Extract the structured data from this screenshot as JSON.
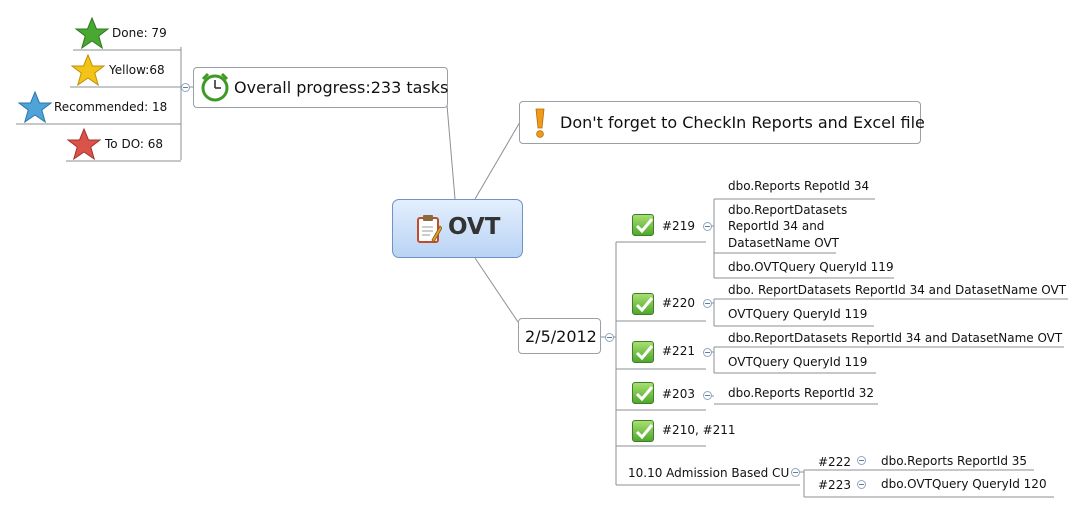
{
  "central": {
    "label": "OVT",
    "icon": "clipboard-icon"
  },
  "progress": {
    "label": "Overall progress:233 tasks",
    "icon": "alarm-clock-icon",
    "items": [
      {
        "label": "Done: 79",
        "icon": "green-star-icon",
        "color": "#49a832"
      },
      {
        "label": "Yellow:68",
        "icon": "yellow-star-icon",
        "color": "#f2c418"
      },
      {
        "label": "Recommended: 18",
        "icon": "blue-star-icon",
        "color": "#4ea3d8"
      },
      {
        "label": "To DO: 68",
        "icon": "red-star-icon",
        "color": "#d9534a"
      }
    ]
  },
  "reminder": {
    "label": "Don't forget to CheckIn Reports and Excel file",
    "icon": "exclamation-icon"
  },
  "date_branch": {
    "label": "2/5/2012",
    "tasks": [
      {
        "label": "#219",
        "icon": "checkmark-icon",
        "details": [
          "dbo.Reports RepotId 34",
          "dbo.ReportDatasets",
          "ReportId 34 and",
          "DatasetName OVT",
          "dbo.OVTQuery QueryId 119"
        ]
      },
      {
        "label": "#220",
        "icon": "checkmark-icon",
        "details": [
          "dbo. ReportDatasets ReportId 34 and DatasetName OVT",
          "OVTQuery QueryId 119"
        ]
      },
      {
        "label": "#221",
        "icon": "checkmark-icon",
        "details": [
          "dbo.ReportDatasets ReportId 34 and DatasetName OVT",
          "OVTQuery  QueryId 119"
        ]
      },
      {
        "label": "#203",
        "icon": "checkmark-icon",
        "details": [
          "dbo.Reports ReportId 32"
        ]
      },
      {
        "label": "#210, #211",
        "icon": "checkmark-icon",
        "details": []
      }
    ],
    "admission": {
      "label": "10.10 Admission Based CU",
      "items": [
        {
          "label": "#222",
          "detail": "dbo.Reports ReportId 35"
        },
        {
          "label": "#223",
          "detail": "dbo.OVTQuery QueryId 120"
        }
      ]
    }
  }
}
